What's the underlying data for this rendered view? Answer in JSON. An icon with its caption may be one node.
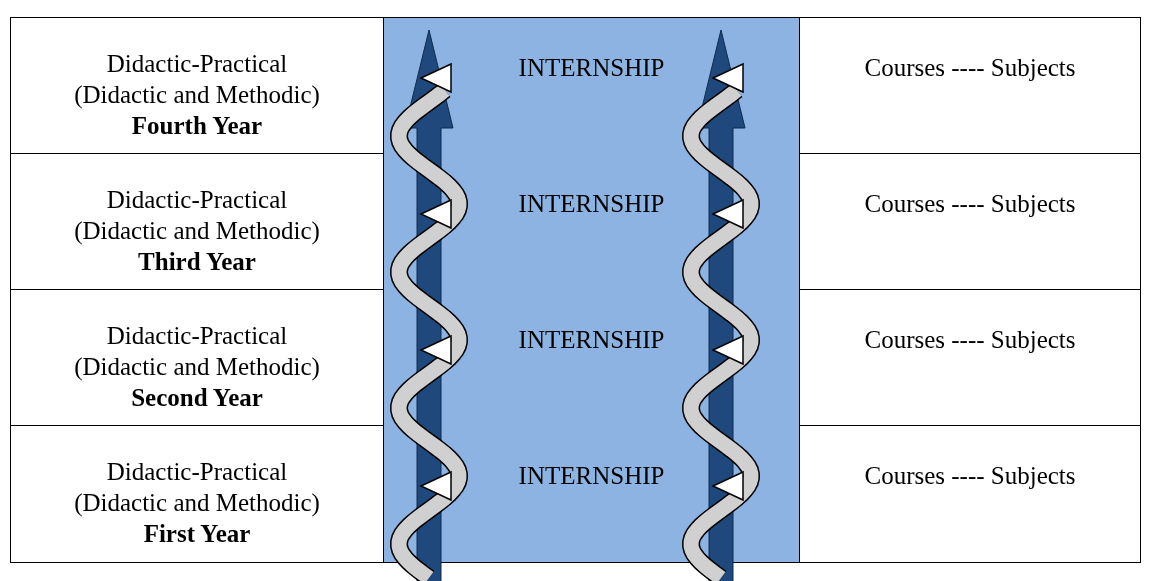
{
  "diagram": {
    "nodes": [
      {
        "text": [
          "Didactic-Practical (Didactic and Methodic)",
          "Fourth Year"
        ]
      },
      {
        "text": [
          "Didactic-Practical (Didactic and Methodic)",
          "Third Year"
        ]
      },
      {
        "text": [
          "Didactic-Practical (Didactic and Methodic)",
          "Second Year"
        ]
      },
      {
        "text": [
          "Didactic-Practical (Didactic and Methodic)",
          "First Year"
        ]
      },
      {
        "text": [
          "INTERNSHIP",
          "INTERNSHIP",
          "INTERNSHIP",
          "INTERNSHIP"
        ]
      },
      {
        "text": [
          "Courses ---- Subjects"
        ]
      },
      {
        "text": [
          "Courses ---- Subjects"
        ]
      },
      {
        "text": [
          "Courses ---- Subjects"
        ]
      },
      {
        "text": [
          "Courses ---- Subjects"
        ]
      }
    ]
  }
}
